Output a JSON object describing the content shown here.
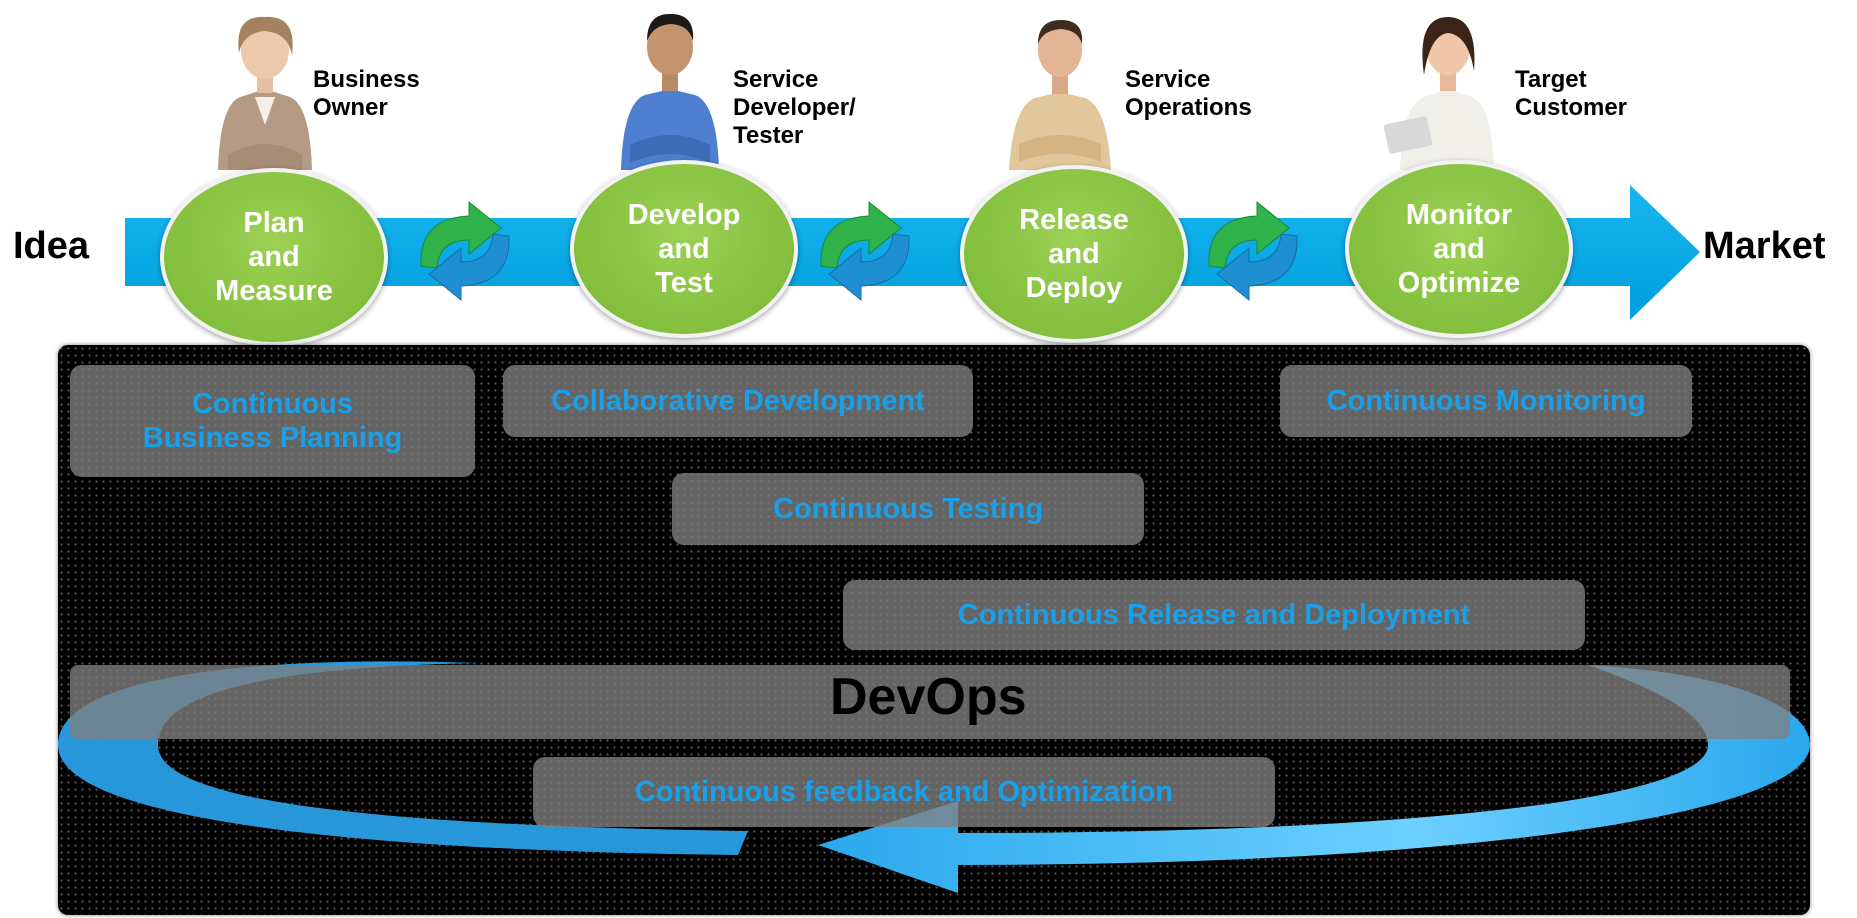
{
  "ends": {
    "start": "Idea",
    "end": "Market"
  },
  "stages": [
    {
      "label": "Plan\nand\nMeasure",
      "role": "Business\nOwner",
      "person": "businesswoman-photo"
    },
    {
      "label": "Develop\nand\nTest",
      "role": "Service\nDeveloper/\nTester",
      "person": "developer-photo"
    },
    {
      "label": "Release\nand\nDeploy",
      "role": "Service\nOperations",
      "person": "operations-photo"
    },
    {
      "label": "Monitor\nand\nOptimize",
      "role": "Target\nCustomer",
      "person": "customer-photo"
    }
  ],
  "practices": [
    "Continuous\nBusiness Planning",
    "Collaborative Development",
    "Continuous Monitoring",
    "Continuous Testing",
    "Continuous Release and Deployment",
    "Continuous feedback and Optimization"
  ],
  "devops_label": "DevOps",
  "colors": {
    "flow_arrow": "#00aeef",
    "stage_green": "#8dc63f",
    "practice_text": "#1aa0e8",
    "panel_bg": "#000000",
    "cycle_green": "#3cb54a",
    "cycle_blue": "#1e8fd0"
  },
  "icons": {
    "cycle": "refresh-cycle-icon",
    "loop": "feedback-loop-arrow"
  }
}
